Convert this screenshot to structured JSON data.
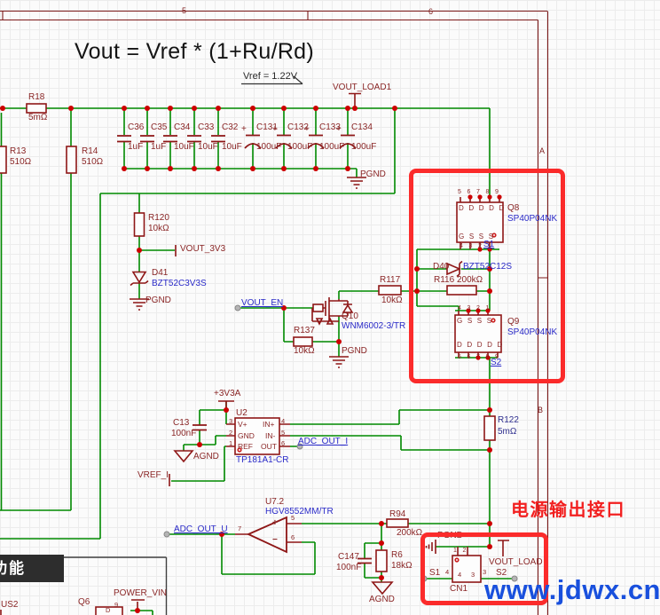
{
  "colors": {
    "wire_green": "#008a00",
    "symbol_red": "#8e1616",
    "label_maroon": "#8a2626",
    "part_blue": "#2a2ac8",
    "navy": "#2e2e8e",
    "highlight_red": "#fb2b2b",
    "watermark_blue": "#1950dd",
    "annotation_red": "#f22020"
  },
  "sheet": {
    "formula": "Vout = Vref * (1+Ru/Rd)",
    "vref_note": "Vref = 1.22V",
    "zone_col_left": "5",
    "zone_col_right": "6",
    "zone_row_a": "A",
    "zone_row_b": "B",
    "section_banner": "功能"
  },
  "annotations": {
    "power_output": "电源输出接口",
    "watermark": "www.jdwx.cn"
  },
  "nets": {
    "vout_load1": "VOUT_LOAD1",
    "pgnd": "PGND",
    "agnd": "AGND",
    "vout_3v3": "VOUT_3V3",
    "vout_en": "VOUT_EN",
    "p3v3a": "+3V3A",
    "vref_i": "VREF_I",
    "adc_out_i": "ADC_OUT_I",
    "adc_out_u": "ADC_OUT_U",
    "s1": "S1",
    "s2": "S2",
    "vout_load": "VOUT_LOAD",
    "power_vin": "POWER_VIN"
  },
  "caps": [
    {
      "ref": "C36",
      "val": "1uF",
      "plus": ""
    },
    {
      "ref": "C35",
      "val": "1uF",
      "plus": ""
    },
    {
      "ref": "C34",
      "val": "10uF",
      "plus": ""
    },
    {
      "ref": "C33",
      "val": "10uF",
      "plus": ""
    },
    {
      "ref": "C32",
      "val": "10uF",
      "plus": ""
    },
    {
      "ref": "C131",
      "val": "100uF",
      "plus": "+"
    },
    {
      "ref": "C132",
      "val": "100uF",
      "plus": "+"
    },
    {
      "ref": "C133",
      "val": "100uF",
      "plus": "+"
    },
    {
      "ref": "C134",
      "val": "100uF",
      "plus": "+"
    }
  ],
  "resistors": {
    "r18": {
      "ref": "R18",
      "val": "5mΩ"
    },
    "r13": {
      "ref": "R13",
      "val": "510Ω"
    },
    "r14": {
      "ref": "R14",
      "val": "510Ω"
    },
    "r120": {
      "ref": "R120",
      "val": "10kΩ"
    },
    "r137": {
      "ref": "R137",
      "val": "10kΩ"
    },
    "r117": {
      "ref": "R117",
      "val": "10kΩ"
    },
    "r116": {
      "ref": "R116 200kΩ"
    },
    "r94": {
      "ref": "R94",
      "val": "200kΩ"
    },
    "r6": {
      "ref": "R6",
      "val": "18kΩ"
    },
    "r122": {
      "ref": "R122",
      "val": "5mΩ"
    }
  },
  "caps_other": {
    "c13": {
      "ref": "C13",
      "val": "100nF"
    },
    "c147": {
      "ref": "C147",
      "val": "100nF"
    }
  },
  "diodes": {
    "d41": {
      "ref": "D41",
      "part": "BZT52C3V3S"
    },
    "d40": {
      "ref": "D40",
      "part": "BZT52C12S"
    }
  },
  "fets": {
    "q8": {
      "ref": "Q8",
      "part": "SP40P04NK",
      "top_nums": "56789",
      "top_row": "DDDDD",
      "bot_row": "GSSS",
      "bot_nums": "4321"
    },
    "q9": {
      "ref": "Q9",
      "part": "SP40P04NK",
      "top_nums": "4321",
      "top_row": "GSSS",
      "bot_row": "DDDDD",
      "bot_nums": "56789"
    },
    "q10": {
      "ref": "Q10",
      "part": "WNM6002-3/TR"
    }
  },
  "u2": {
    "ref": "U2",
    "part": "TP181A1-CR",
    "vp": "V+",
    "gnd": "GND",
    "refp": "REF",
    "inp": "IN+",
    "inn": "IN-",
    "out": "OUT",
    "n1": "1",
    "n2": "2",
    "n3": "3",
    "n4": "4",
    "n5": "5",
    "n6": "6"
  },
  "opamp": {
    "ref": "U7.2",
    "part": "HGV8552MM/TR",
    "n7": "7",
    "n5": "5",
    "n6": "6",
    "plus": "+",
    "minus": "−"
  },
  "cn1": {
    "ref": "CN1",
    "top_nums": "12",
    "in4": "4",
    "in3": "3",
    "out4": "4",
    "out3": "3"
  },
  "bottom_left": {
    "us2": "US2",
    "q6": "Q6",
    "pin_d": "D",
    "pin_9": "9"
  }
}
